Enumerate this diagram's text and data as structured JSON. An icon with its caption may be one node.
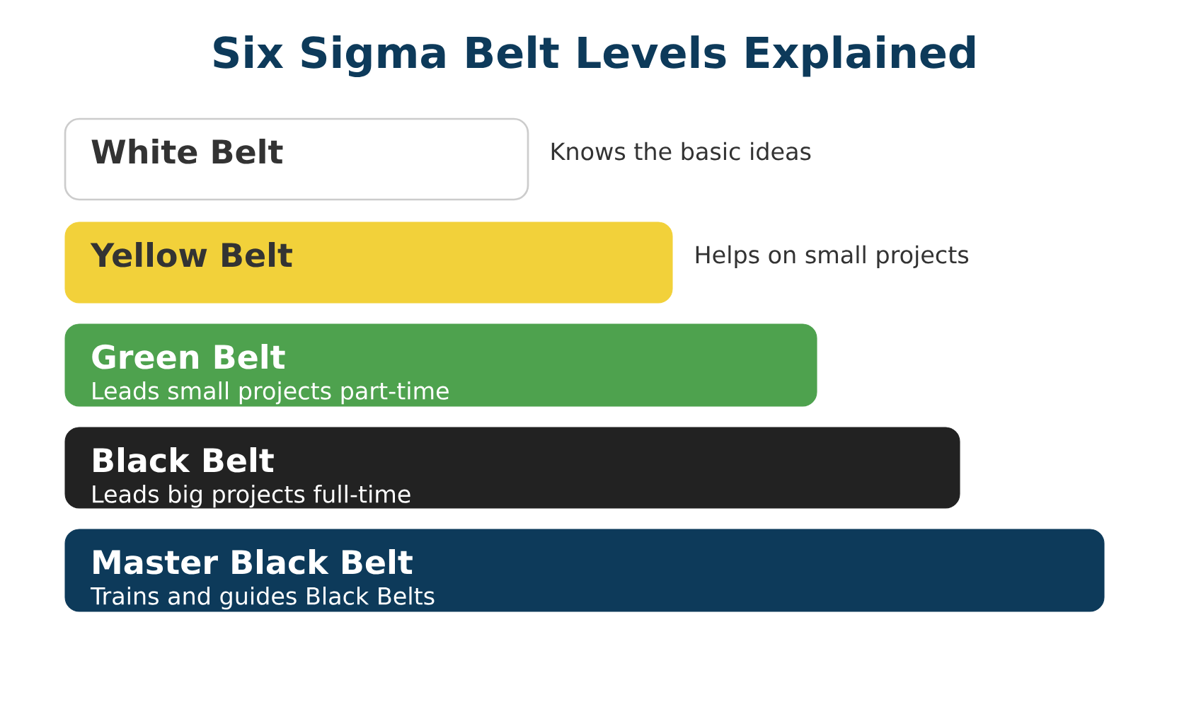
{
  "diagram": {
    "title": "Six Sigma Belt Levels Explained",
    "nodes": [
      {
        "text": [
          "White Belt"
        ],
        "beside": [
          "Knows the basic ideas"
        ]
      },
      {
        "text": [
          "Yellow Belt"
        ],
        "beside": [
          "Helps on small projects"
        ]
      },
      {
        "text": [
          "Green Belt",
          "Leads small projects part-time"
        ]
      },
      {
        "text": [
          "Black Belt",
          "Leads big projects full-time"
        ]
      },
      {
        "text": [
          "Master Black Belt",
          "Trains and guides Black Belts"
        ]
      }
    ]
  }
}
